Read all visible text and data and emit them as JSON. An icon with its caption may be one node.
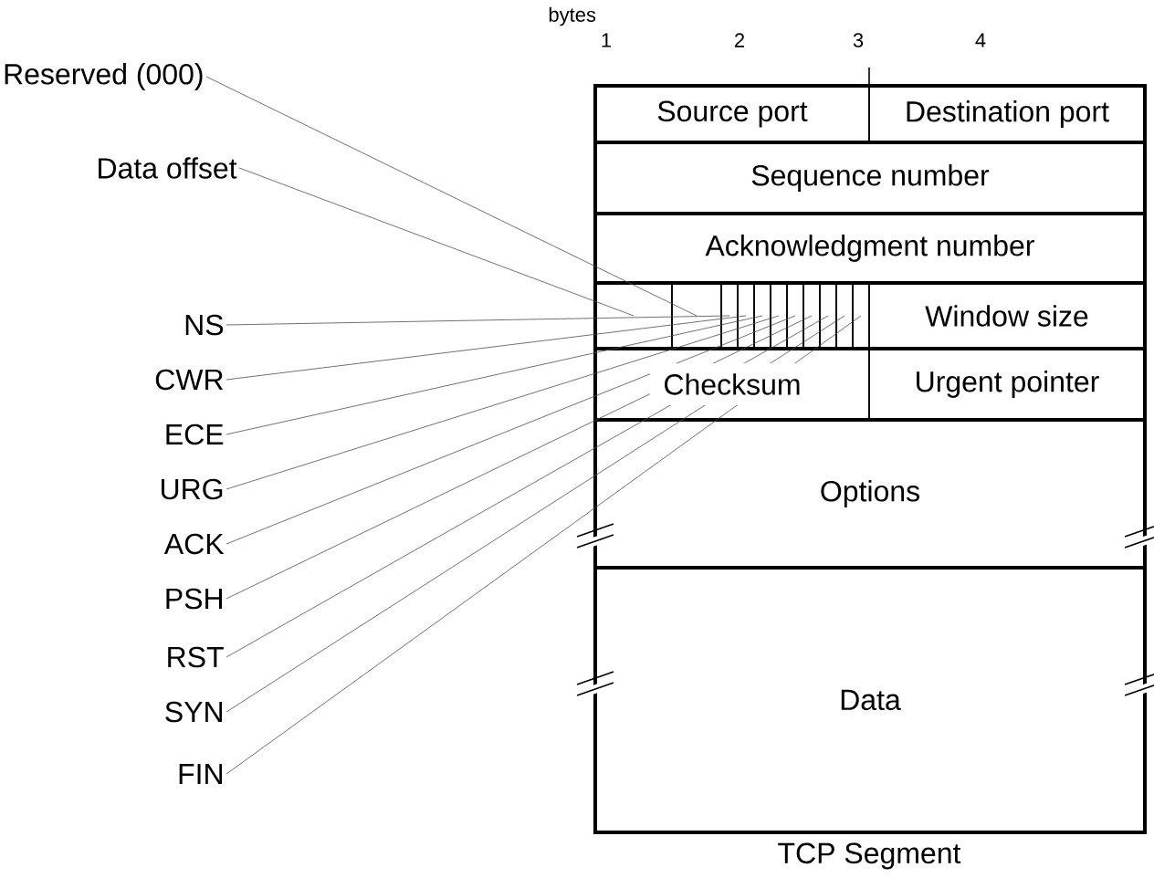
{
  "diagram": {
    "caption": "TCP Segment",
    "nodes": [
      {
        "text": [
          "Source port"
        ]
      },
      {
        "text": [
          "Destination port"
        ]
      },
      {
        "text": [
          "Sequence number"
        ]
      },
      {
        "text": [
          "Acknowledgment number"
        ]
      },
      {
        "text": [],
        "shape": "box"
      },
      {
        "text": [],
        "shape": "box"
      },
      {
        "text": [],
        "shape": "box"
      },
      {
        "text": [],
        "shape": "box"
      },
      {
        "text": [],
        "shape": "box"
      },
      {
        "text": [],
        "shape": "box"
      },
      {
        "text": [],
        "shape": "box"
      },
      {
        "text": [],
        "shape": "box"
      },
      {
        "text": [],
        "shape": "box"
      },
      {
        "text": [],
        "shape": "box"
      },
      {
        "text": [],
        "shape": "box"
      },
      {
        "text": [
          "Window size"
        ]
      },
      {
        "text": [
          "Checksum"
        ]
      },
      {
        "text": [
          "Urgent pointer"
        ]
      },
      {
        "text": [
          "Options"
        ]
      },
      {
        "text": [
          "Data"
        ]
      },
      {
        "text": [
          "Reserved (000)"
        ]
      },
      {
        "text": [
          "Data offset"
        ]
      },
      {
        "text": [
          "NS"
        ]
      },
      {
        "text": [
          "CWR"
        ]
      },
      {
        "text": [
          "ECE"
        ]
      },
      {
        "text": [
          "URG"
        ]
      },
      {
        "text": [
          "ACK"
        ]
      },
      {
        "text": [
          "PSH"
        ]
      },
      {
        "text": [
          "RST"
        ]
      },
      {
        "text": [
          "SYN"
        ]
      },
      {
        "text": [
          "FIN"
        ]
      }
    ],
    "edges": [
      {
        "from": 20,
        "to": 5,
        "arrow": "none"
      },
      {
        "from": 21,
        "to": 4,
        "arrow": "none"
      },
      {
        "from": 22,
        "to": 6,
        "arrow": "none"
      },
      {
        "from": 23,
        "to": 7,
        "arrow": "none"
      },
      {
        "from": 24,
        "to": 8,
        "arrow": "none"
      },
      {
        "from": 25,
        "to": 9,
        "arrow": "none"
      },
      {
        "from": 26,
        "to": 10,
        "arrow": "none"
      },
      {
        "from": 27,
        "to": 11,
        "arrow": "none"
      },
      {
        "from": 28,
        "to": 12,
        "arrow": "none"
      },
      {
        "from": 29,
        "to": 13,
        "arrow": "none"
      },
      {
        "from": 30,
        "to": 14,
        "arrow": "none"
      }
    ],
    "labels": [
      "bytes",
      "1",
      "2",
      "3",
      "4"
    ]
  }
}
